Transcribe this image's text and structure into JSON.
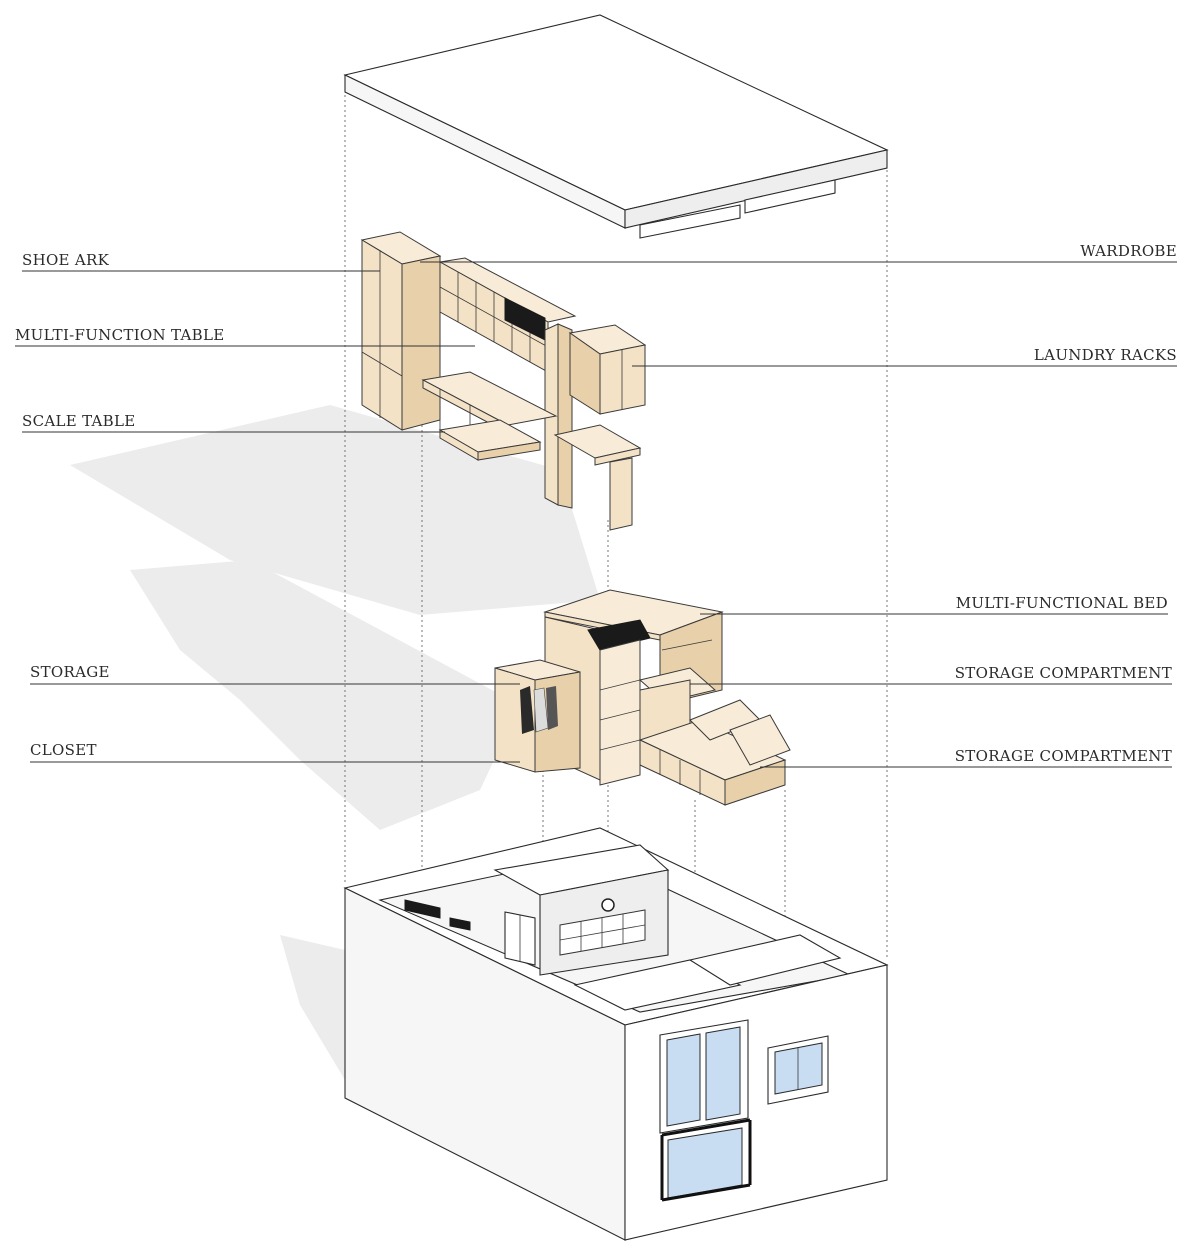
{
  "labels": {
    "shoe_ark": "SHOE ARK",
    "multi_function_table": "MULTI-FUNCTION TABLE",
    "scale_table": "SCALE TABLE",
    "wardrobe": "WARDROBE",
    "laundry_racks": "LAUNDRY RACKS",
    "multi_functional_bed": "MULTI-FUNCTIONAL BED",
    "storage": "STORAGE",
    "closet": "CLOSET",
    "storage_compartment_1": "STORAGE COMPARTMENT",
    "storage_compartment_2": "STORAGE COMPARTMENT"
  },
  "colors": {
    "wood": "#f3e2c6",
    "glass": "#c8dcf2",
    "shadow": "#ececec",
    "line": "#2a2a2a"
  }
}
